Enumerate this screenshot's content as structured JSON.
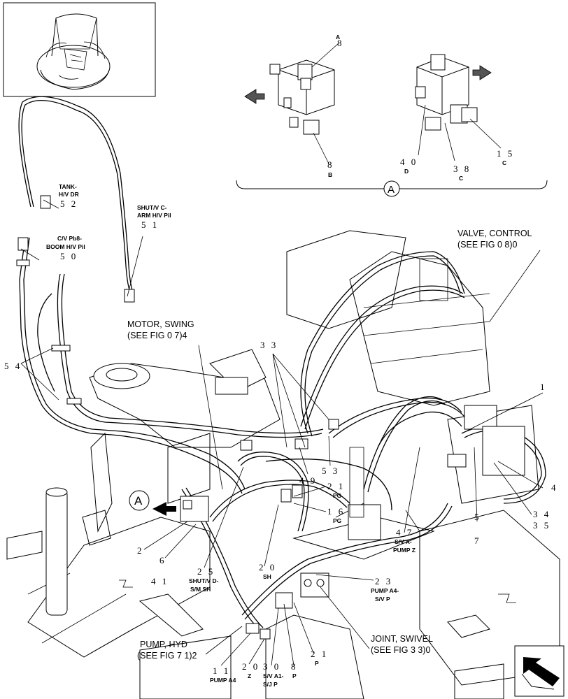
{
  "detail_a": {
    "letter": "A",
    "callouts": {
      "a_num": "8",
      "a_sub": "A",
      "b_num": "8",
      "b_sub": "B",
      "d_num": "4 0",
      "d_sub": "D",
      "c1_num": "3 8",
      "c1_sub": "C",
      "c2_num": "1 5",
      "c2_sub": "C"
    }
  },
  "view_marker": "A",
  "labels": {
    "tank_l1": "TANK-",
    "tank_l2": "H/V DR",
    "tank_num": "5 2",
    "shut_c_l1": "SHUT/V C-",
    "shut_c_l2": "ARM H/V Pil",
    "shut_c_num": "5 1",
    "cv_l1": "C/V Pb8-",
    "cv_l2": "BOOM H/V Pil",
    "cv_num": "5 0",
    "valve_l1": "VALVE, CONTROL",
    "valve_l2": "(SEE FIG 0 8)0",
    "motor_l1": "MOTOR, SWING",
    "motor_l2": "(SEE FIG 0 7)4",
    "n54": "5 4",
    "n33": "3 3",
    "n1": "1",
    "n49": "4 9",
    "n53": "5 3",
    "n21pg": "2 1",
    "pg1": "PG",
    "n16": "1 6",
    "pg2": "PG",
    "n4": "4",
    "n34": "3 4",
    "n35": "3 5",
    "n5": "5",
    "n7": "7",
    "n47": "4 7",
    "sva_l1": "S/V A-",
    "sva_l2": "PUMP Z",
    "n2": "2",
    "n6": "6",
    "n41": "4 1",
    "n20sh": "2 0",
    "sh": "SH",
    "n25": "2 5",
    "shutd_l1": "SHUT/V D-",
    "shutd_l2": "S/M SH",
    "n23": "2 3",
    "pa4_l1": "PUMP A4-",
    "pa4_l2": "S/V P",
    "pump_l1": "PUMP, HYD",
    "pump_l2": "(SEE FIG 7 1)2",
    "joint_l1": "JOINT, SWIVEL",
    "joint_l2": "(SEE FIG 3 3)0",
    "n11": "1 1",
    "pa4": "PUMP A4",
    "n20z": "2 0",
    "z": "Z",
    "n30": "3 0",
    "sva1_l1": "S/V A1-",
    "sva1_l2": "S/J P",
    "n8p": "8",
    "p1": "P",
    "n21p": "2 1",
    "p2": "P"
  }
}
